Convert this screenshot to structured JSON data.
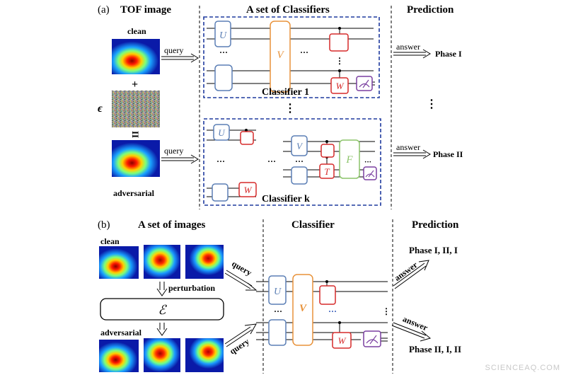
{
  "panel_a": {
    "label": "(a)",
    "tof_title": "TOF image",
    "classifiers_title": "A set of Classifiers",
    "prediction_title": "Prediction",
    "clean": "clean",
    "plus": "+",
    "epsilon": "ϵ",
    "equals": "II",
    "adversarial": "adversarial",
    "query1": "query",
    "query2": "query",
    "answer1": "answer",
    "answer2": "answer",
    "phase1": "Phase I",
    "phase2": "Phase II",
    "classifier1": "Classifier 1",
    "classifierk": "Classifier k",
    "vdots": "⋮",
    "gate_U": "U",
    "gate_V": "V",
    "gate_W": "W",
    "gate_T": "T",
    "gate_F": "F",
    "dots": "···"
  },
  "panel_b": {
    "label": "(b)",
    "images_title": "A set of images",
    "classifier_title": "Classifier",
    "prediction_title": "Prediction",
    "clean": "clean",
    "perturbation": "perturbation",
    "epsilon": "ℰ",
    "adversarial": "adversarial",
    "query1": "query",
    "query2": "query",
    "answer1": "answer",
    "answer2": "answer",
    "phase_clean": "Phase I, II, I",
    "phase_adv": "Phase II, I, II",
    "gate_U": "U",
    "gate_V": "V",
    "gate_W": "W",
    "dots": "···"
  },
  "watermark": "SCIENCEAQ.COM",
  "colors": {
    "gate_blue": "#5b7fb5",
    "gate_orange": "#e8923a",
    "gate_red": "#d62a2a",
    "gate_purple": "#7a3fa0",
    "gate_green": "#8cc46a",
    "dashed_box": "#1f3a9e"
  }
}
